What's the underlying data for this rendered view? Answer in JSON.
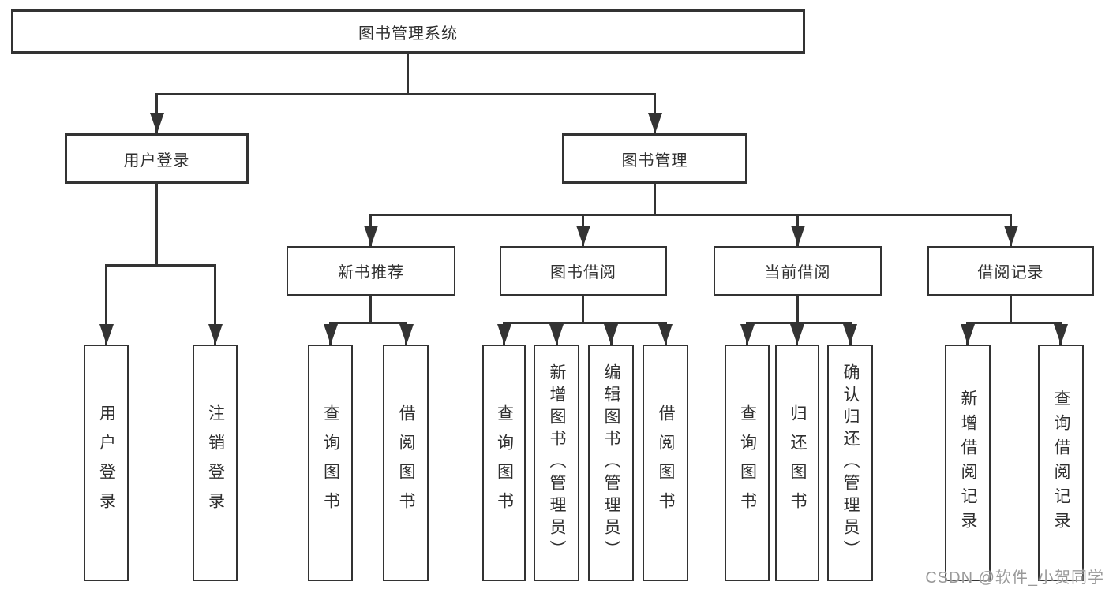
{
  "diagram": {
    "type": "hierarchy-diagram",
    "colors": {
      "line": "#333333",
      "border": "#333333",
      "text": "#303030",
      "background": "#ffffff",
      "watermark": "#9a9a9a"
    },
    "nodes": {
      "root": {
        "label": "图书管理系统"
      },
      "user_login": {
        "label": "用户登录",
        "children": [
          {
            "label": "用户登录"
          },
          {
            "label": "注销登录"
          }
        ]
      },
      "book_mgmt": {
        "label": "图书管理"
      },
      "new_book_rec": {
        "label": "新书推荐",
        "children": [
          {
            "label": "查询图书"
          },
          {
            "label": "借阅图书"
          }
        ]
      },
      "book_borrow": {
        "label": "图书借阅",
        "children": [
          {
            "label": "查询图书"
          },
          {
            "label": "新增图书（管理员）"
          },
          {
            "label": "编辑图书（管理员）"
          },
          {
            "label": "借阅图书"
          }
        ]
      },
      "current_borrow": {
        "label": "当前借阅",
        "children": [
          {
            "label": "查询图书"
          },
          {
            "label": "归还图书"
          },
          {
            "label": "确认归还（管理员）"
          }
        ]
      },
      "borrow_record": {
        "label": "借阅记录",
        "children": [
          {
            "label": "新增借阅记录"
          },
          {
            "label": "查询借阅记录"
          }
        ]
      }
    },
    "watermark": "CSDN @软件_小贺同学"
  }
}
